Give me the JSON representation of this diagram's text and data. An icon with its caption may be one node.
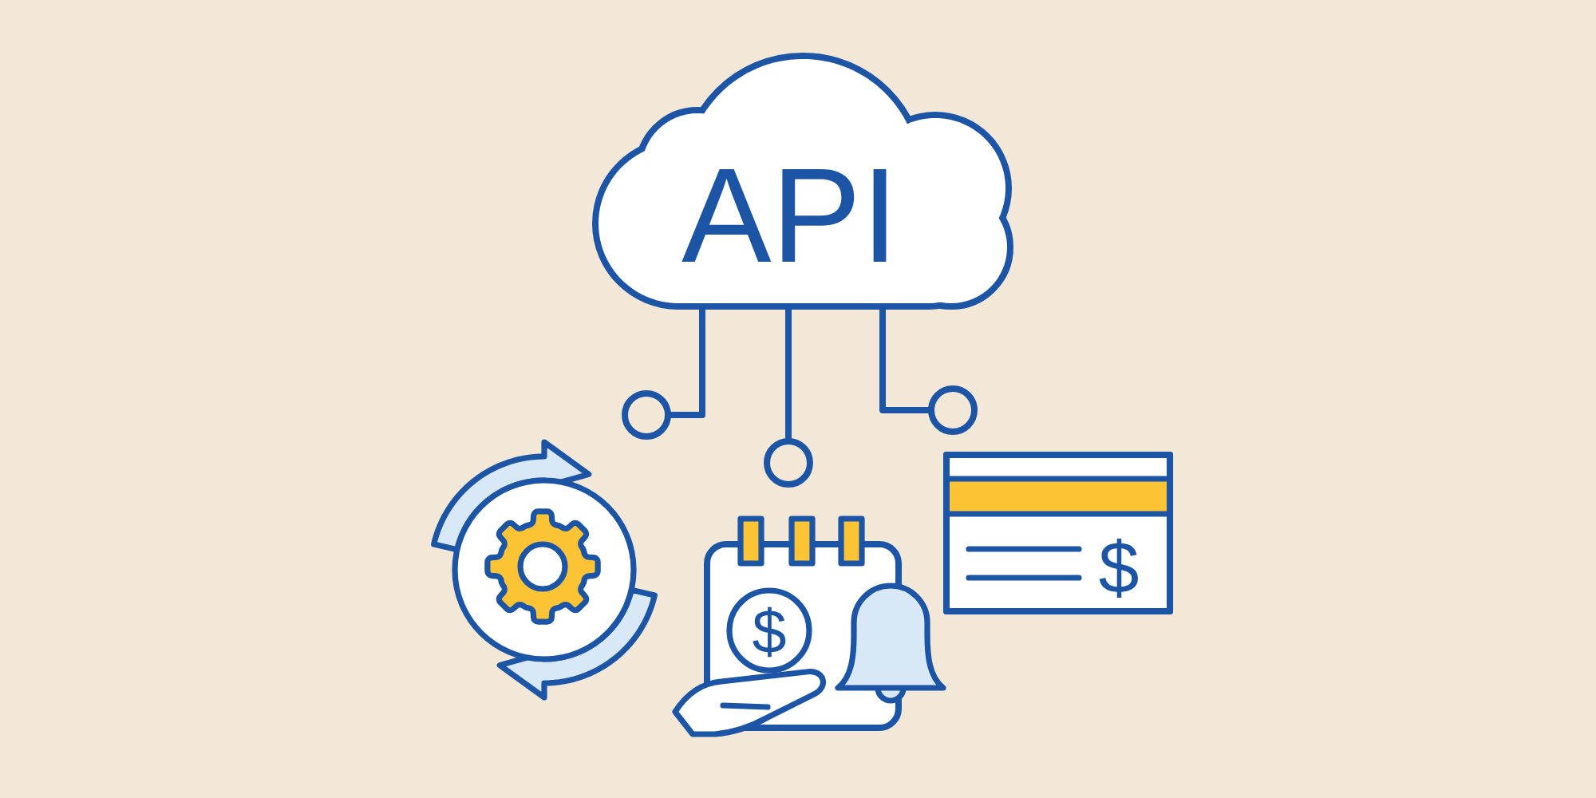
{
  "diagram": {
    "nodes": [
      {
        "text": [
          "API"
        ]
      },
      {
        "text": [],
        "shape": "circle"
      },
      {
        "text": [],
        "shape": "circle"
      },
      {
        "text": [],
        "shape": "circle"
      }
    ],
    "edges": [
      {
        "from": 0,
        "to": 1,
        "arrow": "none"
      },
      {
        "from": 0,
        "to": 2,
        "arrow": "none"
      },
      {
        "from": 0,
        "to": 3,
        "arrow": "none"
      }
    ],
    "labels": [
      "$",
      "$"
    ]
  }
}
